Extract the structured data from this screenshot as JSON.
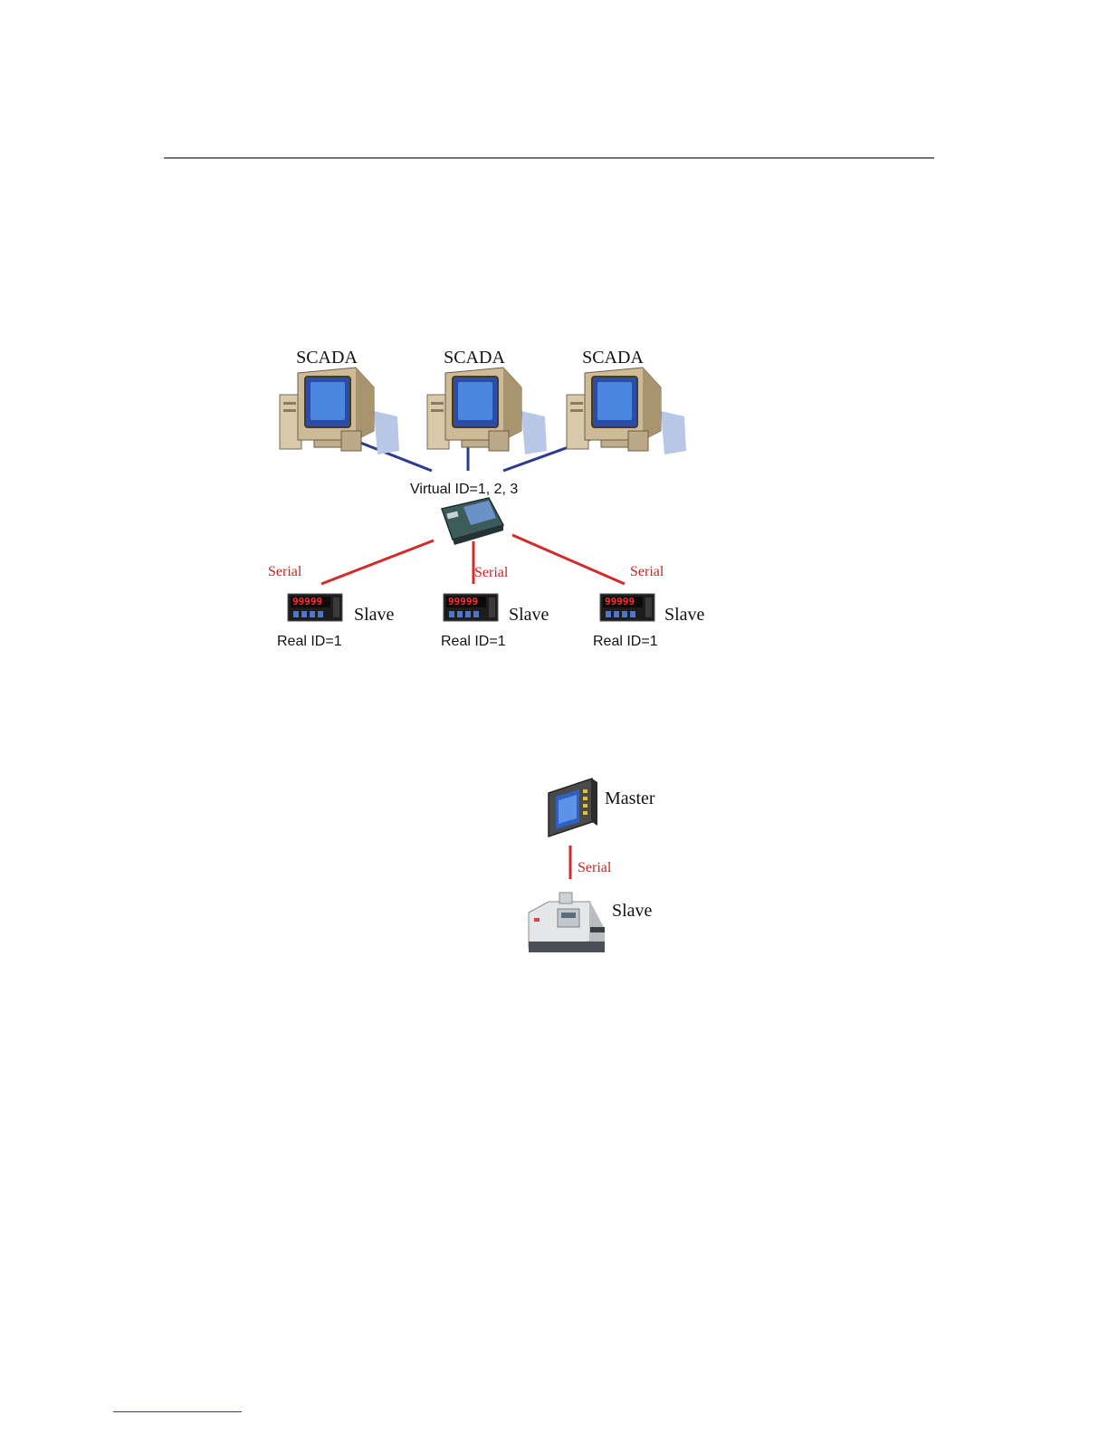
{
  "figure1": {
    "scada": [
      "SCADA",
      "SCADA",
      "SCADA"
    ],
    "gateway_label": "Virtual ID=1, 2, 3",
    "serial_labels": [
      "Serial",
      "Serial",
      "Serial"
    ],
    "slave_labels": [
      "Slave",
      "Slave",
      "Slave"
    ],
    "real_id_labels": [
      "Real ID=1",
      "Real ID=1",
      "Real ID=1"
    ],
    "meter_display": "99999"
  },
  "figure2": {
    "master_label": "Master",
    "serial_label": "Serial",
    "slave_label": "Slave"
  },
  "colors": {
    "ethernet_line": "#2e3a8c",
    "serial_line": "#d42a2a",
    "serial_text": "#cc2222",
    "monitor_screen": "#3b6fd1",
    "monitor_body": "#c9b89a",
    "meter_digits": "#ff3030"
  }
}
